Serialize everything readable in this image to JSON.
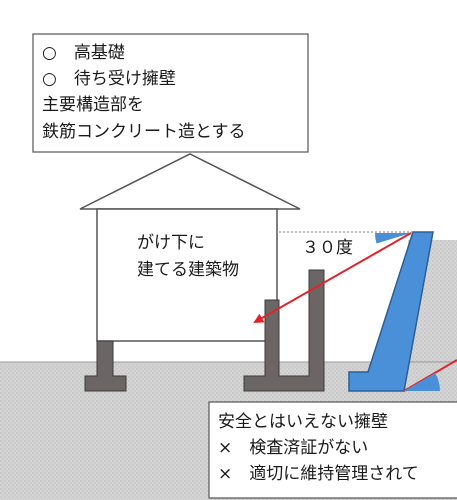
{
  "top_note": {
    "lines": [
      "○　高基礎",
      "○　待ち受け擁壁",
      "主要構造部を",
      "鉄筋コンクリート造とする"
    ]
  },
  "house": {
    "label_lines": [
      "がけ下に",
      "建てる建築物"
    ]
  },
  "angle": {
    "label": "３０度"
  },
  "bottom_note": {
    "lines": [
      "安全とはいえない擁壁",
      "×　検査済証がない",
      "×　適切に維持管理されて"
    ]
  },
  "colors": {
    "retaining_wall": "#4a90d9",
    "retaining_wall_stroke": "#2b5f94",
    "concrete": "#6b6565",
    "ground": "#d9d9d9",
    "arrow": "#e0242c",
    "angle_marker": "#4a90d9"
  }
}
